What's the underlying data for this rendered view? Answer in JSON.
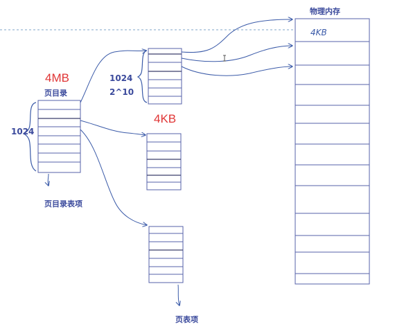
{
  "labels": {
    "physical_memory": "物理内存",
    "page_directory_size": "4MB",
    "page_directory": "页目录",
    "page_directory_entry": "页目录表项",
    "dir_count": "1024",
    "table_count": "1024",
    "table_power": "2^10",
    "page_size": "4KB",
    "page_table_entry": "页表项",
    "handwritten_frame": "4KB"
  },
  "colors": {
    "label_blue": "#3b4a9c",
    "label_red": "#e03535",
    "line_blue": "#5560a8",
    "dotted_line": "#7fa6c8"
  }
}
